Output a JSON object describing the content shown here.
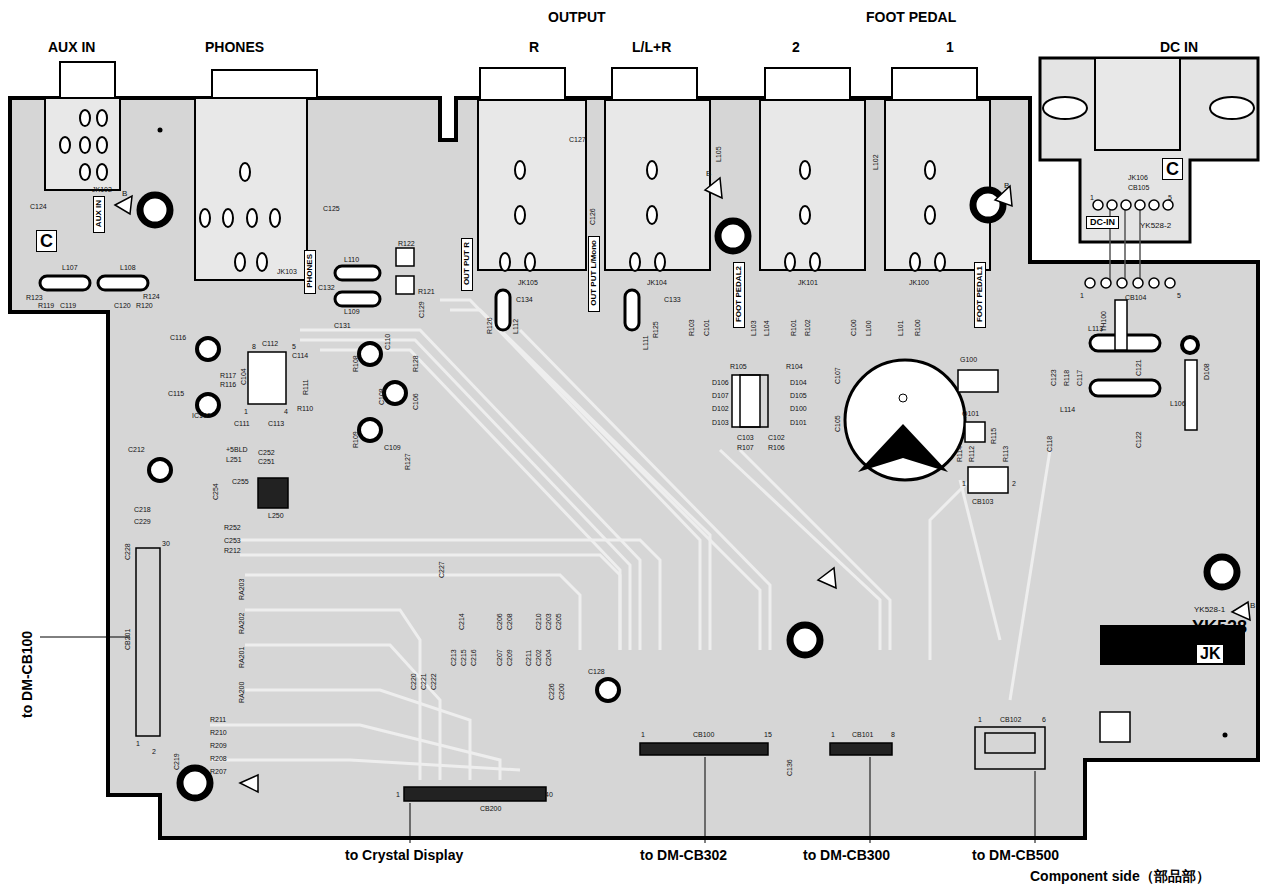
{
  "diagram": {
    "caption": "Component side（部品部）",
    "nodes": [
      {
        "text": [
          "C"
        ]
      },
      {
        "text": [
          "AUX IN"
        ]
      },
      {
        "text": [
          "PHONES"
        ]
      },
      {
        "text": [
          "OUT PUT R"
        ]
      },
      {
        "text": [
          "OUT PUT L/Mono"
        ]
      },
      {
        "text": [
          "FOOT PEDAL2"
        ]
      },
      {
        "text": [
          "FOOT PEDAL1"
        ]
      },
      {
        "text": [
          "C"
        ]
      },
      {
        "text": [
          "DC-IN"
        ]
      },
      {
        "text": [
          "JK"
        ]
      }
    ],
    "labels": [
      "AUX IN",
      "PHONES",
      "OUTPUT",
      "R",
      "L/L+R",
      "FOOT PEDAL",
      "2",
      "1",
      "DC IN",
      "to DM-CB100",
      "to Crystal Display",
      "to DM-CB302",
      "to DM-CB300",
      "to DM-CB500",
      "JK102",
      "C124",
      "L107",
      "L108",
      "R123",
      "R119",
      "C119",
      "R124",
      "C120",
      "R120",
      "B",
      "JK103",
      "C125",
      "L110",
      "R122",
      "C132",
      "L109",
      "R121",
      "C131",
      "C129",
      "C127",
      "JK105",
      "C126",
      "R126",
      "C134",
      "L112",
      "L105",
      "B",
      "JK104",
      "R125",
      "C133",
      "L111",
      "R103",
      "C101",
      "L103",
      "L104",
      "R101",
      "R102",
      "JK101",
      "L102",
      "C100",
      "L100",
      "L101",
      "R100",
      "JK100",
      "B",
      "G100",
      "C123",
      "R118",
      "C117",
      "TH100",
      "C121",
      "D108",
      "L113",
      "L114",
      "L106",
      "C122",
      "C118",
      "CB104",
      "1",
      "5",
      "JK106",
      "CB105",
      "1",
      "5",
      "YK528-2",
      "C116",
      "R117",
      "R116",
      "C104",
      "C112",
      "8",
      "5",
      "C114",
      "R111",
      "IC100",
      "1",
      "4",
      "C111",
      "C113",
      "R110",
      "C115",
      "C110",
      "R128",
      "R108",
      "C108",
      "C106",
      "R109",
      "C109",
      "R127",
      "R105",
      "R104",
      "D106",
      "D107",
      "D102",
      "D103",
      "D104",
      "D105",
      "D100",
      "D101",
      "C103",
      "R107",
      "C102",
      "R106",
      "C107",
      "C105",
      "Q101",
      "R115",
      "R114",
      "R112",
      "R113",
      "1",
      "2",
      "CB103",
      "YK528-1",
      "YK528",
      "B",
      "C212",
      "C218",
      "C229",
      "C228",
      "30",
      "CB201",
      "2",
      "1",
      "R211",
      "R210",
      "R209",
      "R208",
      "R207",
      "C219",
      "+5BLD",
      "L251",
      "C252",
      "C251",
      "C254",
      "C255",
      "L250",
      "R252",
      "C253",
      "R212",
      "RA203",
      "RA202",
      "RA201",
      "RA200",
      "C227",
      "C214",
      "C206",
      "C208",
      "C210",
      "C203",
      "C205",
      "C213",
      "C215",
      "C216",
      "C207",
      "C209",
      "C211",
      "C202",
      "C204",
      "C226",
      "C200",
      "C220",
      "C221",
      "C222",
      "CB200",
      "1",
      "40",
      "C128",
      "CB100",
      "1",
      "15",
      "C136",
      "CB101",
      "1",
      "8",
      "1",
      "CB102",
      "6"
    ]
  }
}
